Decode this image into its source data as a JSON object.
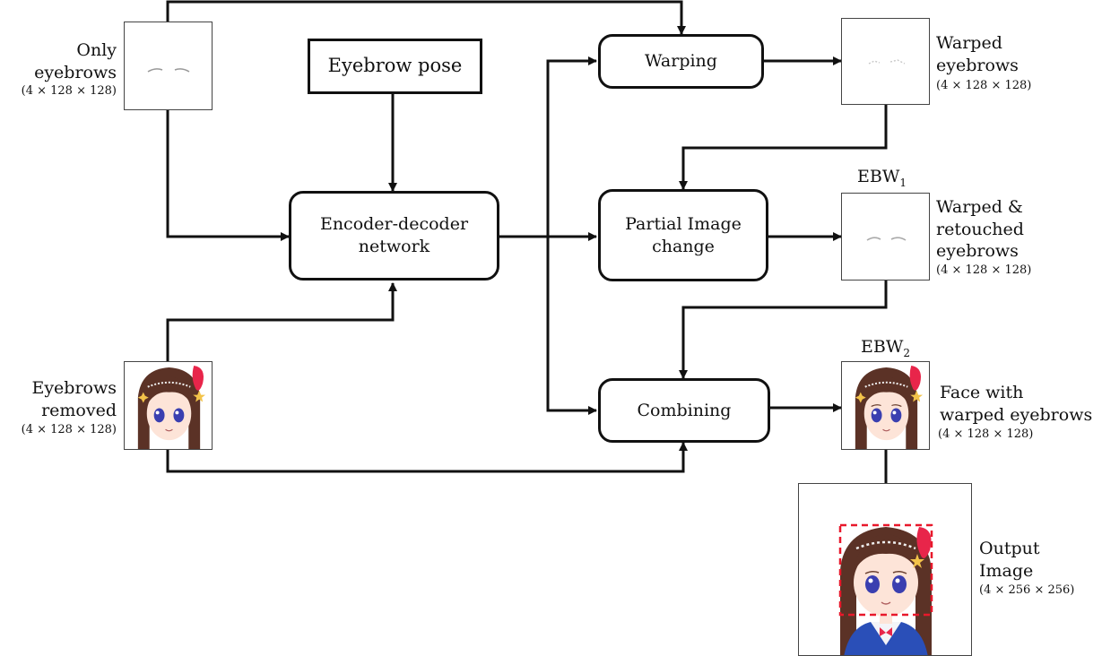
{
  "nodes": {
    "eyebrow_pose": "Eyebrow pose",
    "encoder": "Encoder-decoder\nnetwork",
    "warping": "Warping",
    "partial": "Partial Image\nchange",
    "combining": "Combining"
  },
  "inputs": {
    "only_eyebrows": {
      "label": "Only\neyebrows",
      "dims": "(4 × 128 × 128)"
    },
    "eyebrows_removed": {
      "label": "Eyebrows\nremoved",
      "dims": "(4 × 128 × 128)"
    }
  },
  "outputs": {
    "warped": {
      "label": "Warped\neyebrows",
      "dims": "(4 × 128 × 128)"
    },
    "retouched": {
      "label": "Warped &\nretouched\neyebrows",
      "dims": "(4 × 128 × 128)",
      "tag": "EBW",
      "tag_sub": "1"
    },
    "face": {
      "label": "Face with\nwarped eyebrows",
      "dims": "(4 × 128 × 128)",
      "tag": "EBW",
      "tag_sub": "2"
    },
    "output": {
      "label": "Output\nImage",
      "dims": "(4 × 256 × 256)"
    }
  },
  "colors": {
    "line": "#111111",
    "highlight_box": "#e8182b",
    "hair": "#5b3226",
    "skin": "#fde4d8",
    "eye": "#3a3fb0",
    "ribbon": "#e8254a",
    "jacket": "#2a4fb8"
  }
}
